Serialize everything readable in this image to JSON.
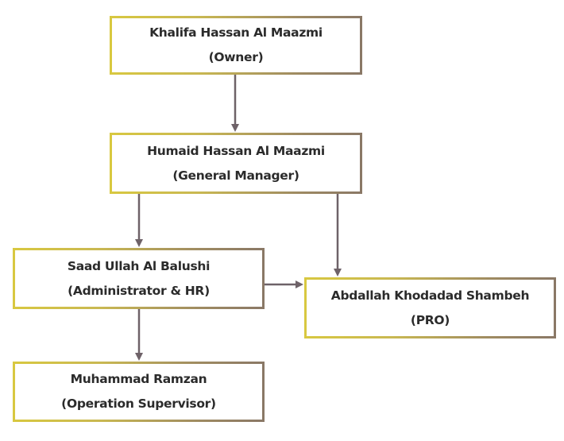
{
  "colors": {
    "border_start": "#d8c840",
    "border_end": "#8a7866",
    "arrow": "#6e6268",
    "text": "#2b2b2b"
  },
  "nodes": [
    {
      "name": "Khalifa Hassan Al Maazmi",
      "role": "(Owner)"
    },
    {
      "name": "Humaid Hassan Al Maazmi",
      "role": "(General Manager)"
    },
    {
      "name": "Saad Ullah Al Balushi",
      "role": "(Administrator & HR)"
    },
    {
      "name": "Abdallah Khodadad Shambeh",
      "role": "(PRO)"
    },
    {
      "name": "Muhammad Ramzan",
      "role": "(Operation Supervisor)"
    }
  ],
  "edges": [
    {
      "from": "Khalifa Hassan Al Maazmi",
      "to": "Humaid Hassan Al Maazmi"
    },
    {
      "from": "Humaid Hassan Al Maazmi",
      "to": "Saad Ullah Al Balushi"
    },
    {
      "from": "Humaid Hassan Al Maazmi",
      "to": "Abdallah Khodadad Shambeh"
    },
    {
      "from": "Saad Ullah Al Balushi",
      "to": "Abdallah Khodadad Shambeh"
    },
    {
      "from": "Saad Ullah Al Balushi",
      "to": "Muhammad Ramzan"
    }
  ]
}
